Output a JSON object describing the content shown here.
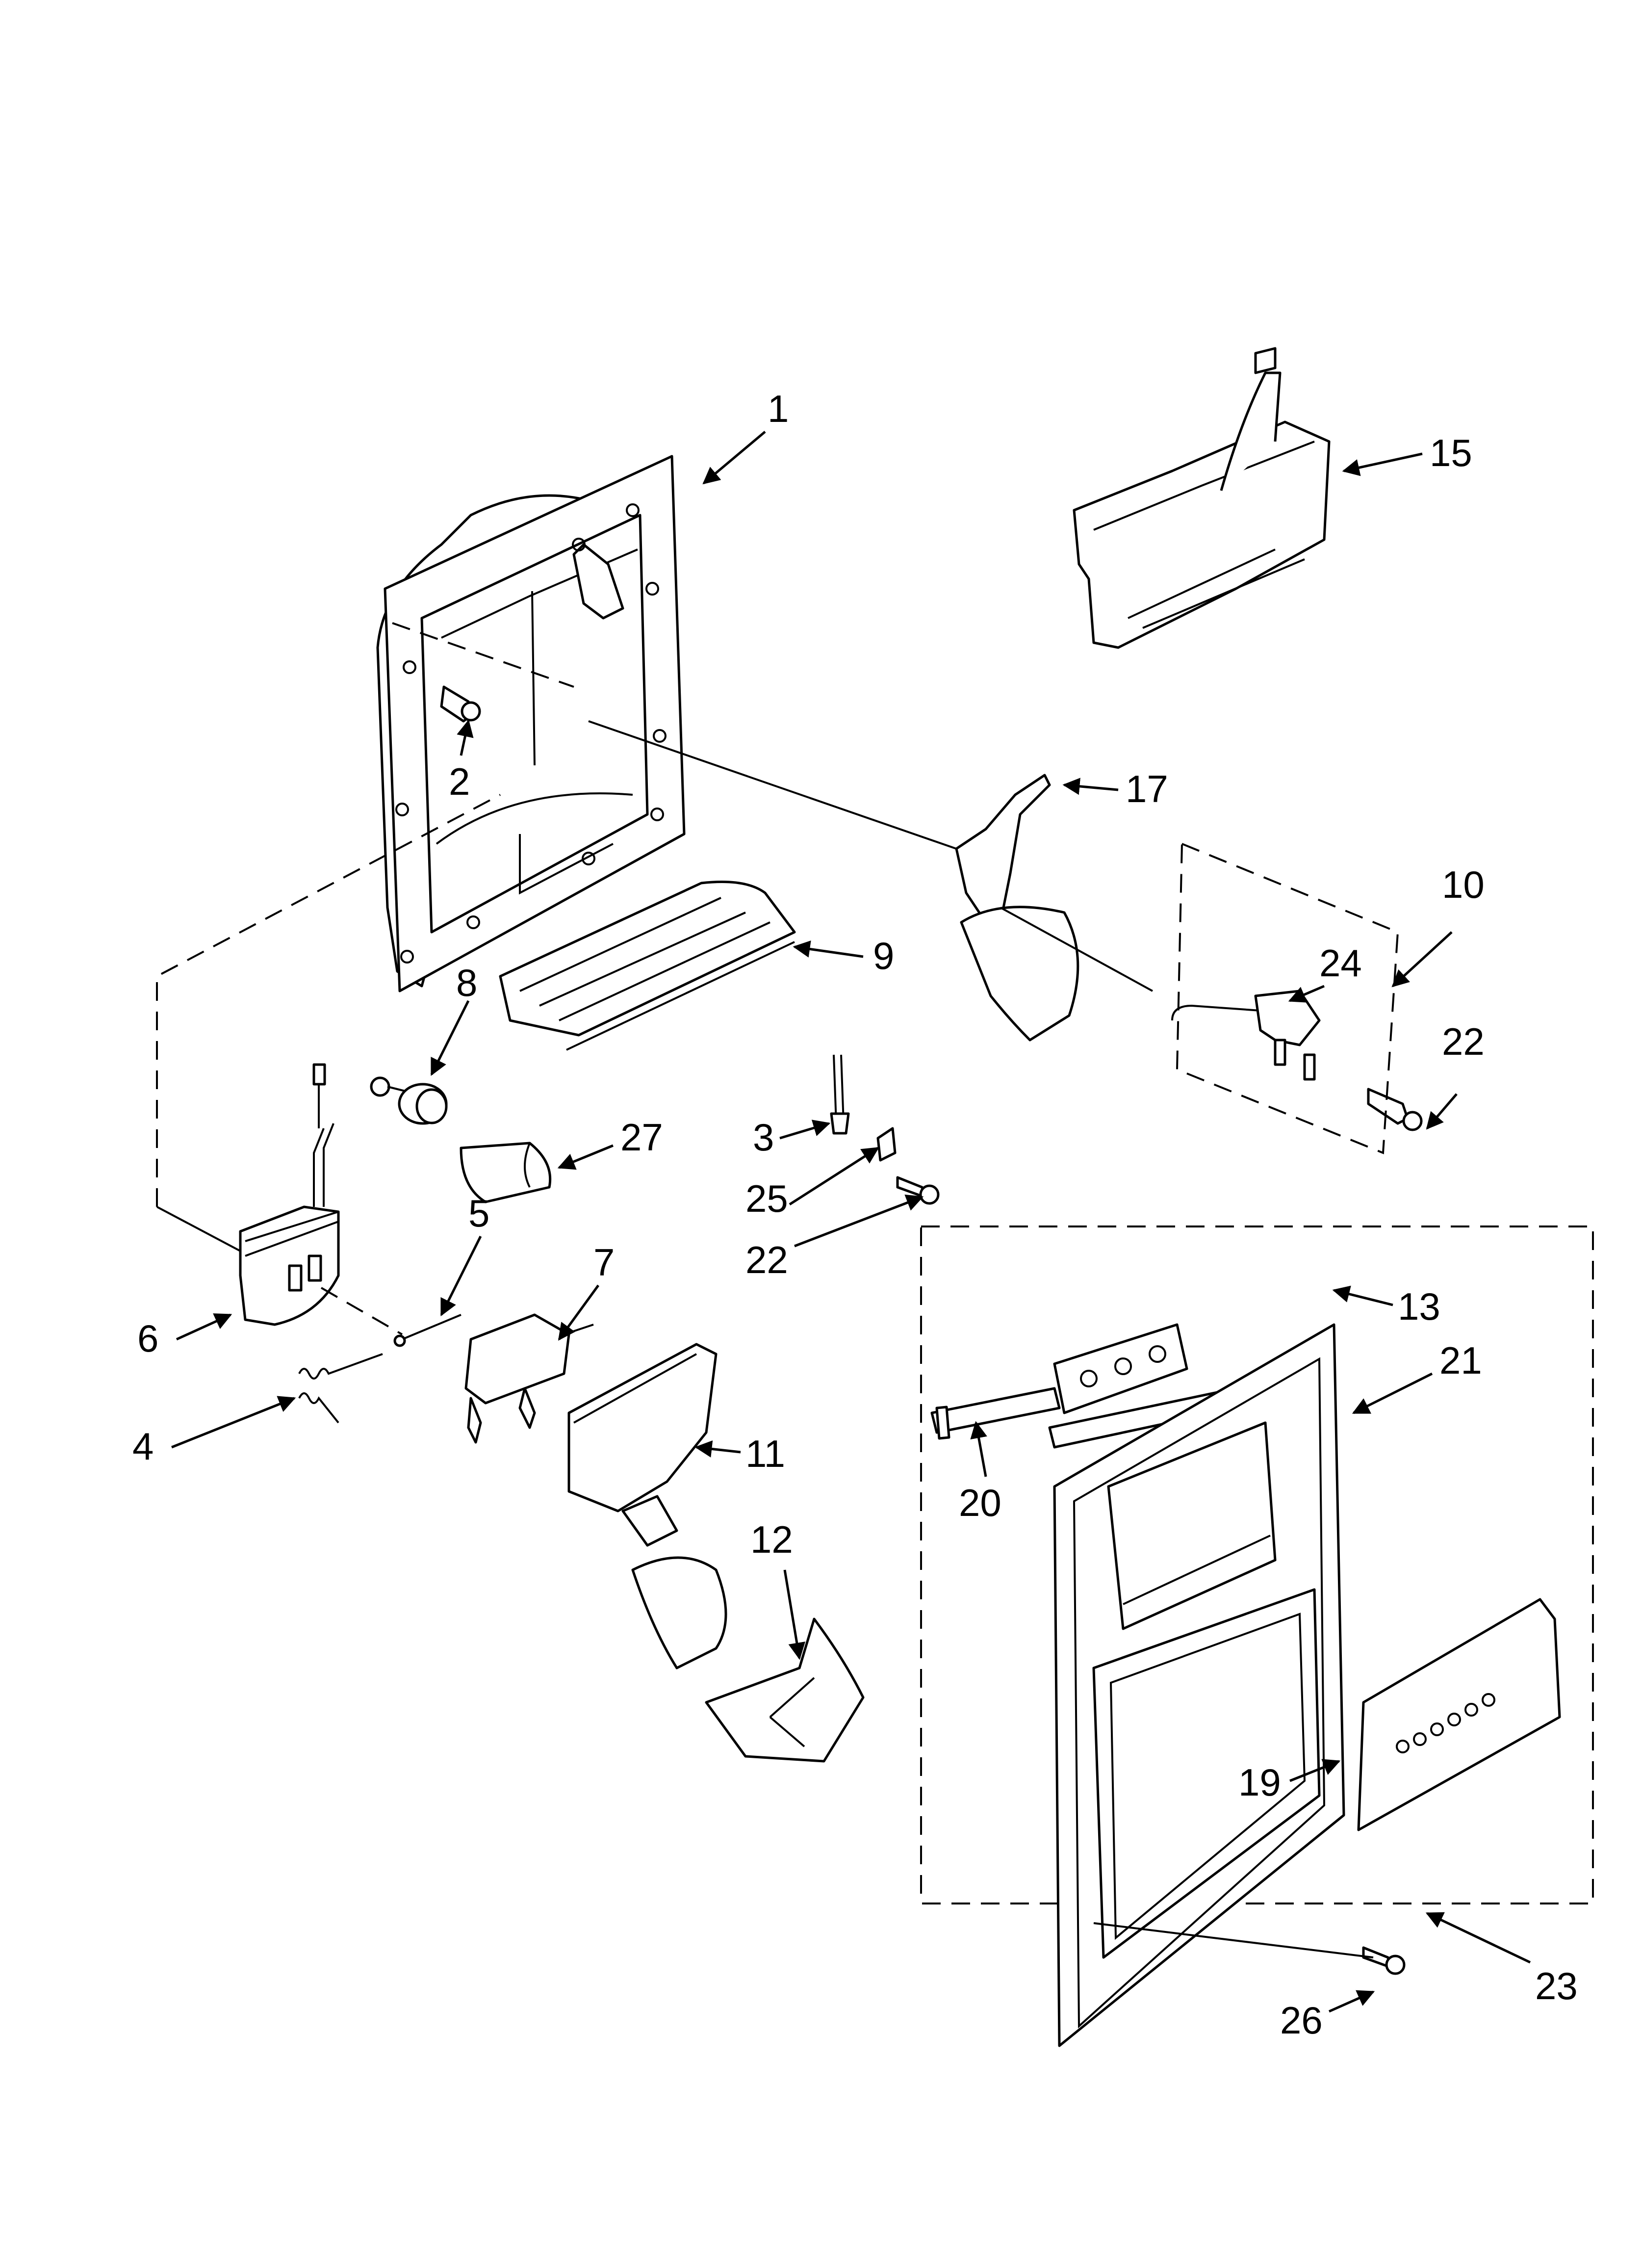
{
  "callouts": [
    {
      "id": "c1",
      "text": "1"
    },
    {
      "id": "c2",
      "text": "2"
    },
    {
      "id": "c3",
      "text": "3"
    },
    {
      "id": "c4",
      "text": "4"
    },
    {
      "id": "c5",
      "text": "5"
    },
    {
      "id": "c6",
      "text": "6"
    },
    {
      "id": "c7",
      "text": "7"
    },
    {
      "id": "c8",
      "text": "8"
    },
    {
      "id": "c9",
      "text": "9"
    },
    {
      "id": "c10",
      "text": "10"
    },
    {
      "id": "c11",
      "text": "11"
    },
    {
      "id": "c12",
      "text": "12"
    },
    {
      "id": "c13",
      "text": "13"
    },
    {
      "id": "c15",
      "text": "15"
    },
    {
      "id": "c17",
      "text": "17"
    },
    {
      "id": "c19",
      "text": "19"
    },
    {
      "id": "c20",
      "text": "20"
    },
    {
      "id": "c21",
      "text": "21"
    },
    {
      "id": "c22a",
      "text": "22"
    },
    {
      "id": "c22b",
      "text": "22"
    },
    {
      "id": "c23",
      "text": "23"
    },
    {
      "id": "c24",
      "text": "24"
    },
    {
      "id": "c25",
      "text": "25"
    },
    {
      "id": "c26",
      "text": "26"
    },
    {
      "id": "c27",
      "text": "27"
    }
  ]
}
